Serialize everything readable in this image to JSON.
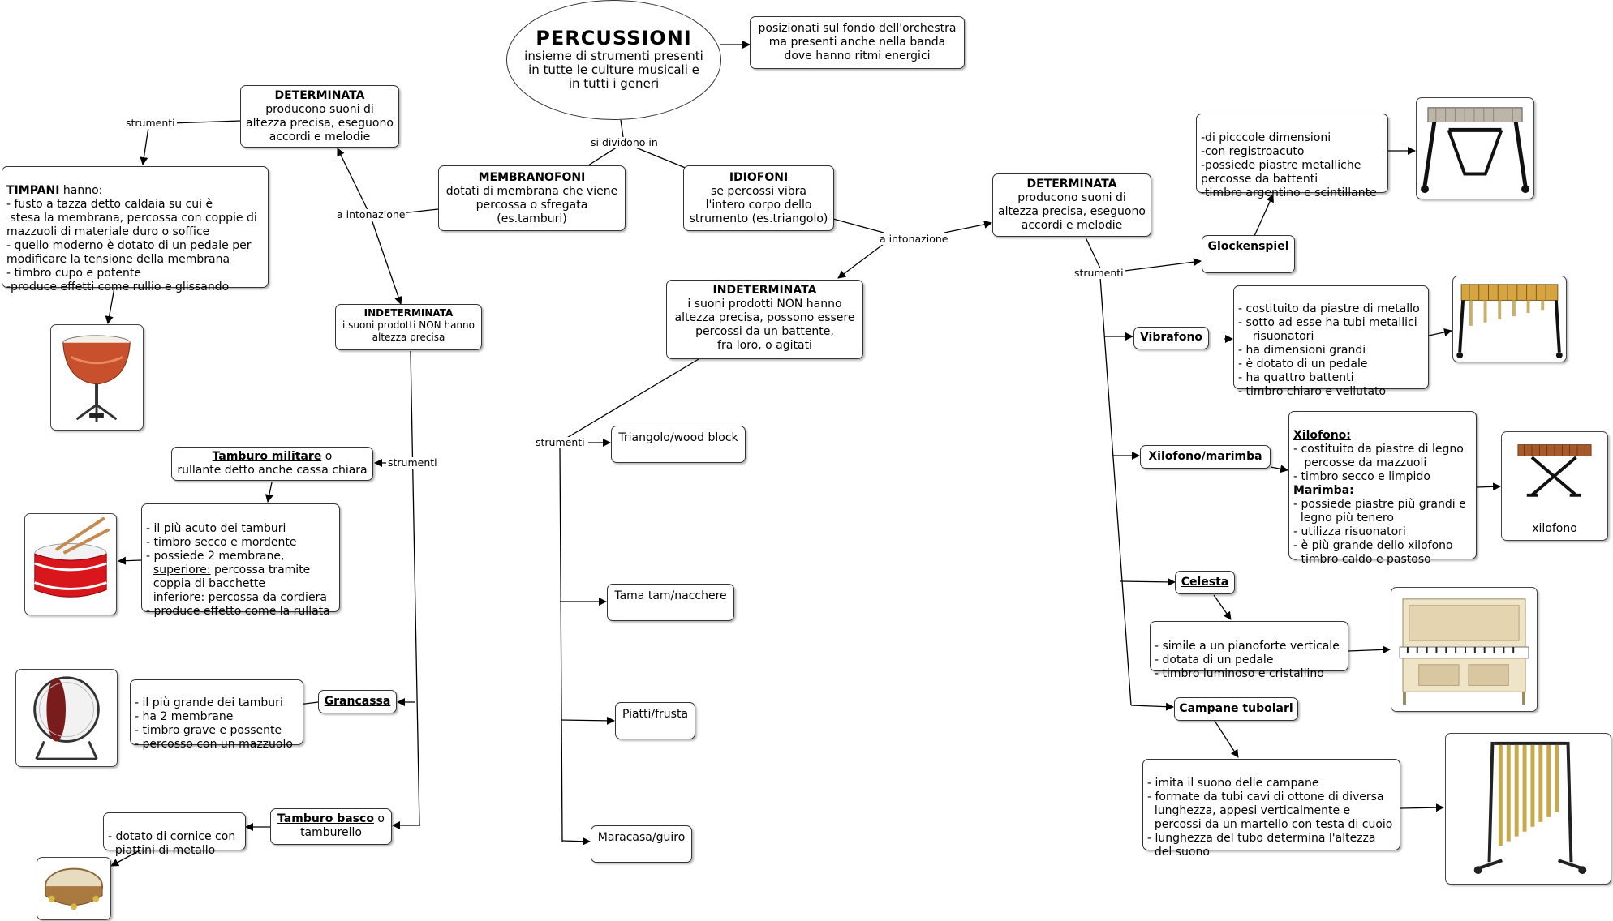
{
  "root": {
    "title": "PERCUSSIONI",
    "lines": [
      "insieme di strumenti presenti",
      "in tutte le culture musicali e",
      "in tutti i generi"
    ]
  },
  "position_note": [
    "posizionati sul fondo dell'orchestra",
    "ma presenti anche nella banda",
    "dove hanno ritmi energici"
  ],
  "labels": {
    "si_dividono": "si dividono in",
    "a_intonazione": "a intonazione",
    "strumenti": "strumenti"
  },
  "membranofoni": {
    "title": "MEMBRANOFONI",
    "lines": [
      "dotati di membrana che viene",
      "percossa o sfregata",
      "(es.tamburi)"
    ]
  },
  "idiofoni": {
    "title": "IDIOFONI",
    "lines": [
      "se percossi vibra",
      "l'intero corpo dello",
      "strumento (es.triangolo)"
    ]
  },
  "membr_determinata": {
    "title": "DETERMINATA",
    "lines": [
      "producono suoni di",
      "altezza precisa, eseguono",
      "accordi e melodie"
    ]
  },
  "membr_indeterminata": {
    "title": "INDETERMINATA",
    "lines": [
      "i suoni prodotti NON hanno",
      "altezza precisa"
    ]
  },
  "timpani": {
    "title": "TIMPANI",
    "title_suffix": " hanno:",
    "lines": [
      "- fusto a tazza detto caldaia su cui è",
      " stesa la membrana, percossa con coppie di",
      "mazzuoli di materiale duro o soffice",
      "- quello moderno è dotato di un pedale per",
      "modificare la tensione della membrana",
      "- timbro cupo e potente",
      "-produce effetti come rullio e glissando"
    ]
  },
  "tamburo_militare": {
    "title": "Tamburo militare",
    "title_suffix": " o",
    "line2": "rullante detto anche cassa chiara",
    "desc_before": [
      "- il più acuto dei tamburi",
      "- timbro secco e mordente",
      "- possiede 2 membrane,"
    ],
    "sup_label": "superiore:",
    "sup_text": " percossa tramite",
    "sup_line2": "  coppia di bacchette",
    "inf_label": "inferiore:",
    "inf_text": " percossa da cordiera",
    "desc_after": "- produce effetto come la rullata"
  },
  "grancassa": {
    "title": "Grancassa",
    "lines": [
      "- il più grande dei tamburi",
      "- ha 2 membrane",
      "- timbro grave e possente",
      "- percosso con un mazzuolo"
    ]
  },
  "tamburo_basco": {
    "title": "Tamburo basco",
    "title_suffix": " o",
    "line2": "tamburello",
    "lines": [
      "- dotato di cornice con",
      "  piattini di metallo"
    ]
  },
  "idio_determinata": {
    "title": "DETERMINATA",
    "lines": [
      "producono suoni di",
      "altezza precisa, eseguono",
      "accordi e melodie"
    ]
  },
  "idio_indeterminata": {
    "title": "INDETERMINATA",
    "lines": [
      "i suoni prodotti NON hanno",
      "altezza precisa, possono essere",
      "percossi da un battente,",
      "fra loro, o agitati"
    ]
  },
  "indet_instruments": [
    "Triangolo/wood block",
    "Tama tam/nacchere",
    "Piatti/frusta",
    "Maracasa/guiro"
  ],
  "glockenspiel": {
    "title": "Glockenspiel",
    "lines": [
      "-di picccole dimensioni",
      "-con registroacuto",
      "-possiede piastre metalliche",
      "percosse da battenti",
      "-timbro argentino e scintillante"
    ]
  },
  "vibrafono": {
    "title": "Vibrafono",
    "lines": [
      "- costituito da piastre di metallo",
      "- sotto ad esse ha tubi metallici",
      "    risuonatori",
      "- ha dimensioni grandi",
      "- è dotato di un pedale",
      "- ha quattro battenti",
      "- timbro chiaro e vellutato"
    ]
  },
  "xilofono_marimba": {
    "title": "Xilofono/marimba",
    "xilo_title": "Xilofono:",
    "xilo_lines": [
      "- costituito da piastre di legno",
      "   percosse da mazzuoli",
      "- timbro secco e limpido"
    ],
    "marimba_title": "Marimba:",
    "marimba_lines": [
      "- possiede piastre più grandi e",
      "  legno più tenero",
      "- utilizza risuonatori",
      "- è più grande dello xilofono",
      "- timbro caldo e pastoso"
    ],
    "image_caption": "xilofono"
  },
  "celesta": {
    "title": "Celesta",
    "lines": [
      "- simile a un pianoforte verticale",
      "- dotata di un pedale",
      "- timbro luminoso e cristallino"
    ]
  },
  "campane_tubolari": {
    "title": "Campane tubolari",
    "lines": [
      "- imita il suono delle campane",
      "- formate da tubi cavi di ottone di diversa",
      "  lunghezza, appesi verticalmente e",
      "  percossi da un martello con testa di cuoio",
      "- lunghezza del tubo determina l'altezza",
      "  del suono"
    ]
  }
}
